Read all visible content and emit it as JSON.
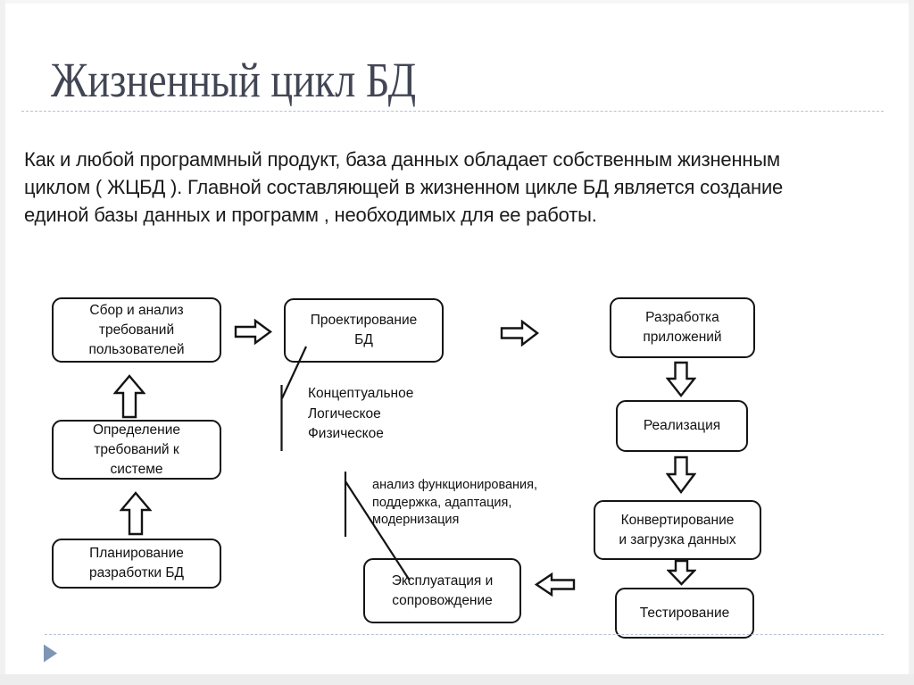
{
  "slide": {
    "title": "Жизненный цикл БД",
    "intro_lines": [
      "Как и любой программный продукт,  база данных обладает собственным жизненным",
      "циклом ( ЖЦБД ).  Главной составляющей в жизненном цикле БД является создание",
      "единой базы  данных и программ  , необходимых для ее работы."
    ]
  },
  "diagram": {
    "boxes": [
      {
        "id": "collect-requirements",
        "label": "Сбор и анализ\nтребований\nпользователей"
      },
      {
        "id": "define-requirements",
        "label": "Определение\nтребований к\nсистеме"
      },
      {
        "id": "plan-development",
        "label": "Планирование\nразработки БД"
      },
      {
        "id": "db-design",
        "label": "Проектирование\nБД"
      },
      {
        "id": "app-development",
        "label": "Разработка\nприложений"
      },
      {
        "id": "implementation",
        "label": "Реализация"
      },
      {
        "id": "convert-load-data",
        "label": "Конвертирование\nи загрузка данных"
      },
      {
        "id": "testing",
        "label": "Тестирование"
      },
      {
        "id": "operation-maintenance",
        "label": "Эксплуатация и\nсопровождение"
      }
    ],
    "callouts": {
      "design_levels": [
        "Концептуальное",
        "Логическое",
        "Физическое"
      ],
      "maintenance_note": [
        "анализ функционирования,",
        "поддержка, адаптация,",
        "модернизация"
      ]
    }
  },
  "colors": {
    "title_text": "#424654",
    "body_text": "#1b1b1b",
    "shape_stroke": "#141414",
    "dashed_rule": "#b6c3d3",
    "nav_triangle": "#7e96b4"
  }
}
